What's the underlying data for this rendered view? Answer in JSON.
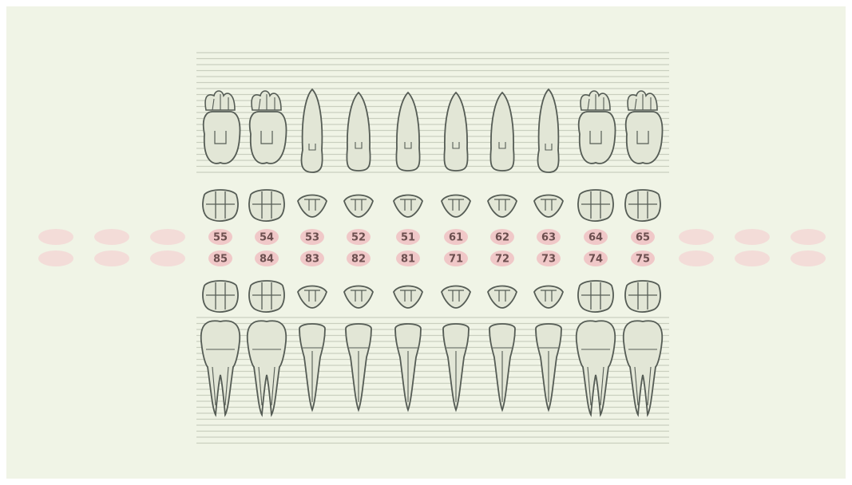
{
  "chart": {
    "background": "#f0f4e6",
    "line_color": "#c9cfbf",
    "pill_color": "#f0c8c8",
    "ghost_pill_color": "#f3dcd8",
    "tooth_fill": "#e2e6d6",
    "tooth_stroke": "#555c55"
  },
  "upper_teeth": [
    {
      "number": "55",
      "type": "molar"
    },
    {
      "number": "54",
      "type": "molar"
    },
    {
      "number": "53",
      "type": "canine"
    },
    {
      "number": "52",
      "type": "incisor"
    },
    {
      "number": "51",
      "type": "incisor"
    },
    {
      "number": "61",
      "type": "incisor"
    },
    {
      "number": "62",
      "type": "incisor"
    },
    {
      "number": "63",
      "type": "canine"
    },
    {
      "number": "64",
      "type": "molar"
    },
    {
      "number": "65",
      "type": "molar"
    }
  ],
  "lower_teeth": [
    {
      "number": "85",
      "type": "molar"
    },
    {
      "number": "84",
      "type": "molar"
    },
    {
      "number": "83",
      "type": "canine"
    },
    {
      "number": "82",
      "type": "incisor"
    },
    {
      "number": "81",
      "type": "incisor"
    },
    {
      "number": "71",
      "type": "incisor"
    },
    {
      "number": "72",
      "type": "incisor"
    },
    {
      "number": "73",
      "type": "canine"
    },
    {
      "number": "74",
      "type": "molar"
    },
    {
      "number": "75",
      "type": "molar"
    }
  ]
}
